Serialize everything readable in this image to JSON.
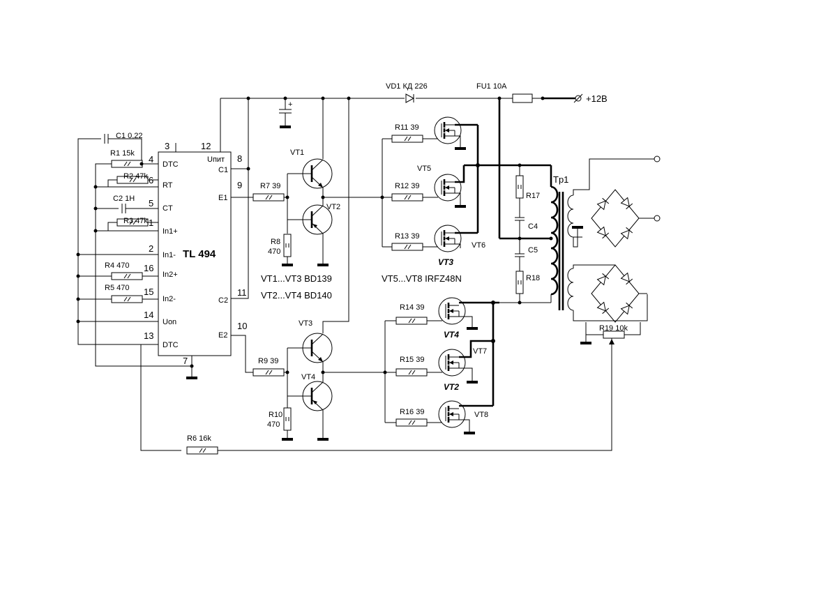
{
  "ic": {
    "name": "TL 494",
    "pins_left": [
      {
        "num": "4",
        "label": "DTC"
      },
      {
        "num": "6",
        "label": "RT"
      },
      {
        "num": "5",
        "label": "CT"
      },
      {
        "num": "1",
        "label": "In1+"
      },
      {
        "num": "2",
        "label": "In1-"
      },
      {
        "num": "16",
        "label": "In2+"
      },
      {
        "num": "15",
        "label": "In2-"
      },
      {
        "num": "14",
        "label": "Uon"
      },
      {
        "num": "13",
        "label": "DTC"
      }
    ],
    "pins_right": [
      {
        "num": "8",
        "label": "C1"
      },
      {
        "num": "9",
        "label": "E1"
      },
      {
        "num": "11",
        "label": "C2"
      },
      {
        "num": "10",
        "label": "E2"
      }
    ],
    "pin_top_3": "3",
    "pin_top_12": "12",
    "pin_top_12_label": "Uпит",
    "pin_bottom_7": "7"
  },
  "components": {
    "c1": "C1  0,22",
    "r1": "R1 15k",
    "r2": "R2 47k",
    "c2": "C2  1H",
    "r3": "R3 47k",
    "r4": "R4  470",
    "r5": "R5  470",
    "r6": "R6 16k",
    "r7": "R7  39",
    "r8_name": "R8",
    "r8_val": "470",
    "r9": "R9  39",
    "r10_name": "R10",
    "r10_val": "470",
    "vt1": "VT1",
    "vt2": "VT2",
    "vt3": "VT3",
    "vt4": "VT4",
    "vt13_note": "VT1...VT3  BD139",
    "vt24_note": "VT2...VT4  BD140",
    "vd1": "VD1 КД 226",
    "fu1": "FU1  10A",
    "supply": "+12B",
    "r11": "R11 39",
    "r12": "R12 39",
    "r13": "R13 39",
    "r14": "R14 39",
    "r15": "R15 39",
    "r16": "R16 39",
    "vt5": "VT5",
    "vt6": "VT6",
    "vt7": "VT7",
    "vt8": "VT8",
    "vt3_i": "VT3",
    "vt4_i": "VT4",
    "vt2_i": "VT2",
    "mos_note": "VT5...VT8  IRFZ48N",
    "r17": "R17",
    "r18": "R18",
    "c4": "C4",
    "c5": "C5",
    "tr1": "Tp1",
    "r19": "R19 10k",
    "cap_plus": "+"
  }
}
